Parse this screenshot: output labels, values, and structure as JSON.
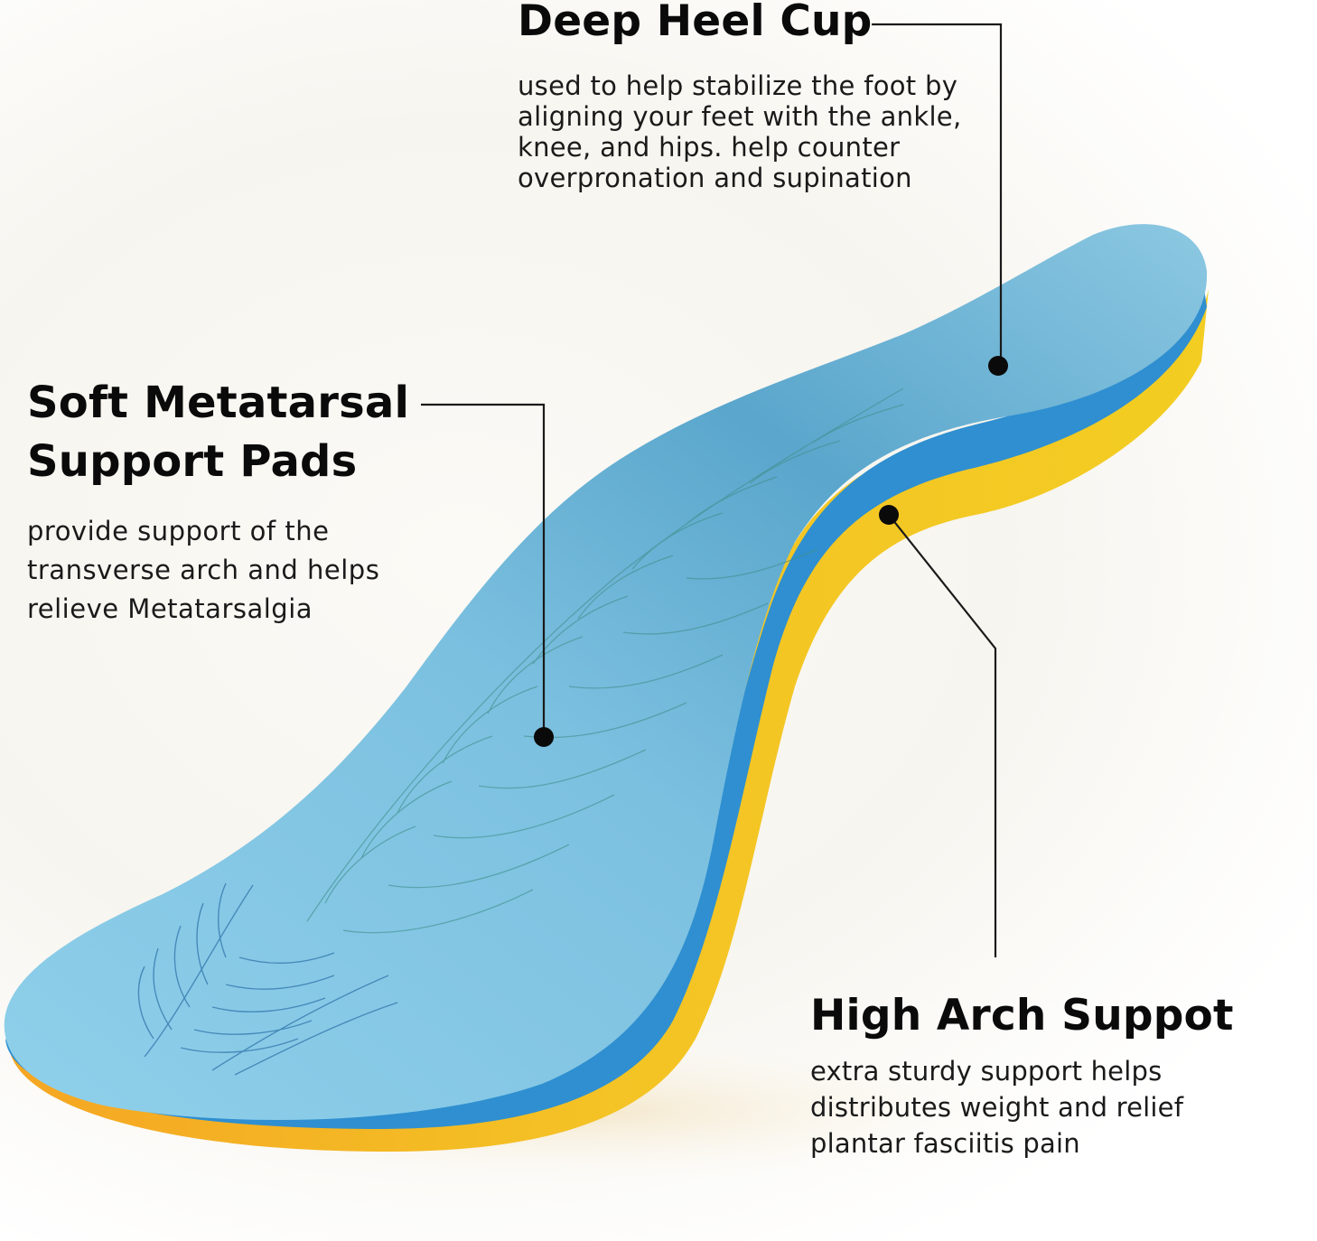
{
  "callouts": {
    "heel_cup": {
      "title": "Deep Heel Cup",
      "lines": [
        "used to help stabilize the foot by",
        "aligning your feet with the ankle,",
        "knee, and hips. help counter",
        "overpronation and supination"
      ]
    },
    "metatarsal": {
      "title_lines": [
        "Soft Metatarsal",
        "Support Pads"
      ],
      "lines": [
        "provide support of the",
        "transverse arch and helps",
        "relieve Metatarsalgia"
      ]
    },
    "arch": {
      "title": "High Arch Suppot",
      "lines": [
        "extra sturdy support helps",
        "distributes weight and relief",
        "plantar fasciitis pain"
      ]
    }
  },
  "colors": {
    "insole_top": "#7fc3e0",
    "insole_edge": "#2f8fd0",
    "foam_base": "#f2c624",
    "leader_line": "#1a1a1a"
  }
}
